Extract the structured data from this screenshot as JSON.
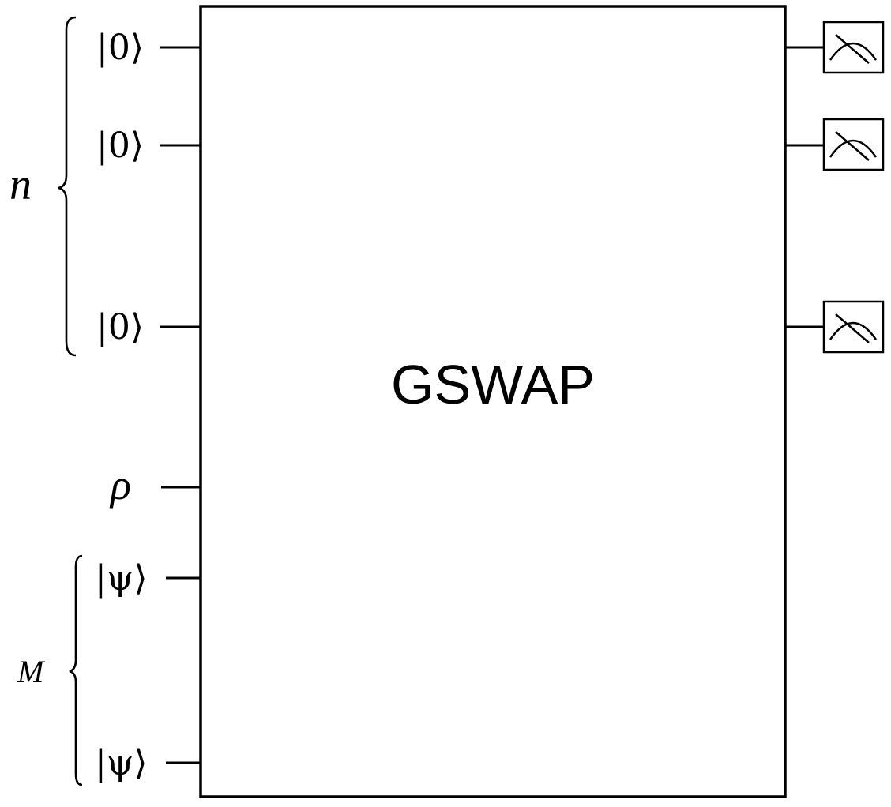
{
  "gate": {
    "label": "GSWAP"
  },
  "inputs": [
    {
      "label": "|0⟩"
    },
    {
      "label": "|0⟩"
    },
    {
      "label": "|0⟩"
    },
    {
      "label": "ρ"
    },
    {
      "label": "|ψ⟩"
    },
    {
      "label": "|ψ⟩"
    }
  ],
  "braces": {
    "upper": {
      "label": "n"
    },
    "lower": {
      "label": "M"
    }
  },
  "measurements": [
    {
      "icon": "meter-icon"
    },
    {
      "icon": "meter-icon"
    },
    {
      "icon": "meter-icon"
    }
  ]
}
